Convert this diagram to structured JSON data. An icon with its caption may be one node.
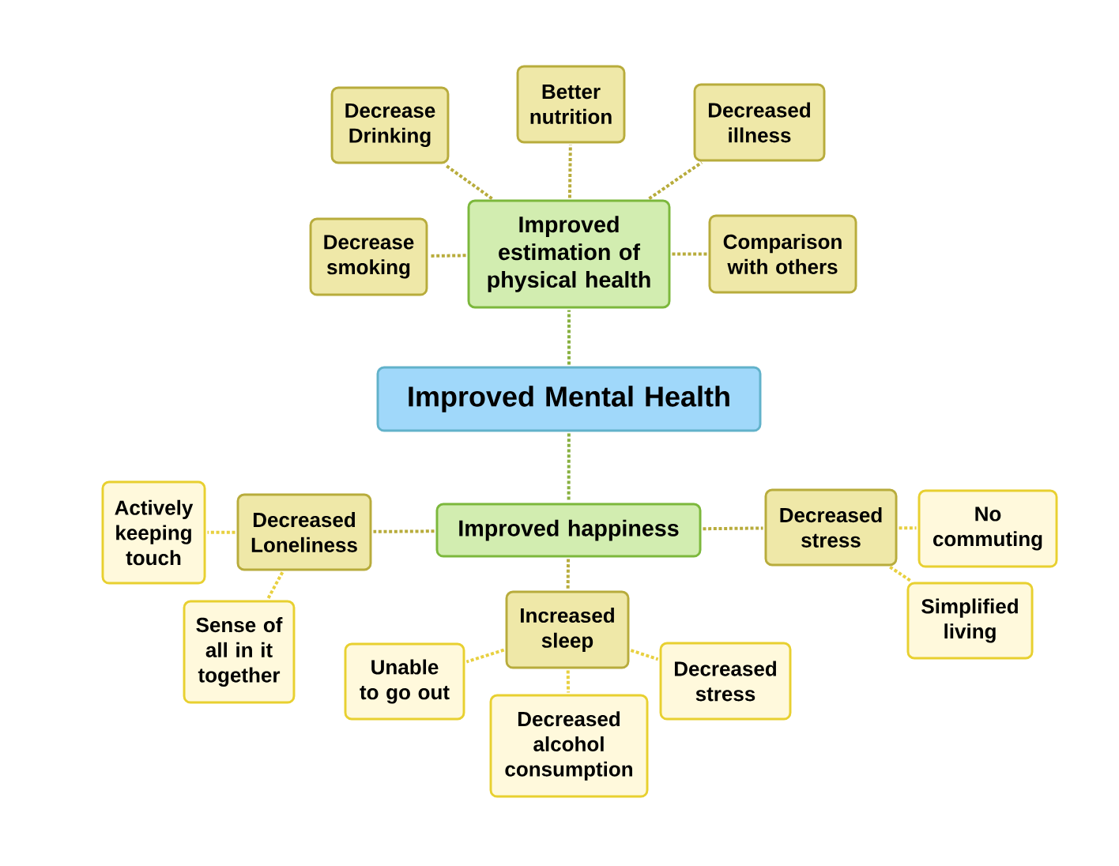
{
  "diagram": {
    "nodes": [
      {
        "text": [
          "Improved Mental Health"
        ]
      },
      {
        "text": [
          "Improved estimation of physical health"
        ]
      },
      {
        "text": [
          "Decrease Drinking"
        ]
      },
      {
        "text": [
          "Better nutrition"
        ]
      },
      {
        "text": [
          "Decreased illness"
        ]
      },
      {
        "text": [
          "Decrease smoking"
        ]
      },
      {
        "text": [
          "Comparison with others"
        ]
      },
      {
        "text": [
          "Improved happiness"
        ]
      },
      {
        "text": [
          "Decreased Loneliness"
        ]
      },
      {
        "text": [
          "Actively keeping touch"
        ]
      },
      {
        "text": [
          "Sense of all in it together"
        ]
      },
      {
        "text": [
          "Decreased stress"
        ]
      },
      {
        "text": [
          "No commuting"
        ]
      },
      {
        "text": [
          "Simplified living"
        ]
      },
      {
        "text": [
          "Increased sleep"
        ]
      },
      {
        "text": [
          "Unable to go out"
        ]
      },
      {
        "text": [
          "Decreased stress"
        ]
      },
      {
        "text": [
          "Decreased alcohol consumption"
        ]
      }
    ],
    "edges": [
      {
        "from": 0,
        "to": 1,
        "arrow": "none",
        "color": "#88b040"
      },
      {
        "from": 1,
        "to": 2,
        "arrow": "none"
      },
      {
        "from": 1,
        "to": 3,
        "arrow": "none"
      },
      {
        "from": 1,
        "to": 4,
        "arrow": "none"
      },
      {
        "from": 1,
        "to": 5,
        "arrow": "none"
      },
      {
        "from": 1,
        "to": 6,
        "arrow": "none"
      },
      {
        "from": 0,
        "to": 7,
        "arrow": "none",
        "color": "#88b040"
      },
      {
        "from": 7,
        "to": 8,
        "arrow": "none"
      },
      {
        "from": 8,
        "to": 9,
        "arrow": "none",
        "color": "#e8d040"
      },
      {
        "from": 8,
        "to": 10,
        "arrow": "none",
        "color": "#e8d040"
      },
      {
        "from": 7,
        "to": 11,
        "arrow": "none"
      },
      {
        "from": 11,
        "to": 12,
        "arrow": "none",
        "color": "#e8d040"
      },
      {
        "from": 11,
        "to": 13,
        "arrow": "none",
        "color": "#e8d040"
      },
      {
        "from": 7,
        "to": 14,
        "arrow": "none"
      },
      {
        "from": 14,
        "to": 15,
        "arrow": "none",
        "color": "#e8d040"
      },
      {
        "from": 14,
        "to": 16,
        "arrow": "none",
        "color": "#e8d040"
      },
      {
        "from": 14,
        "to": 17,
        "arrow": "none",
        "color": "#e8d040"
      }
    ]
  }
}
